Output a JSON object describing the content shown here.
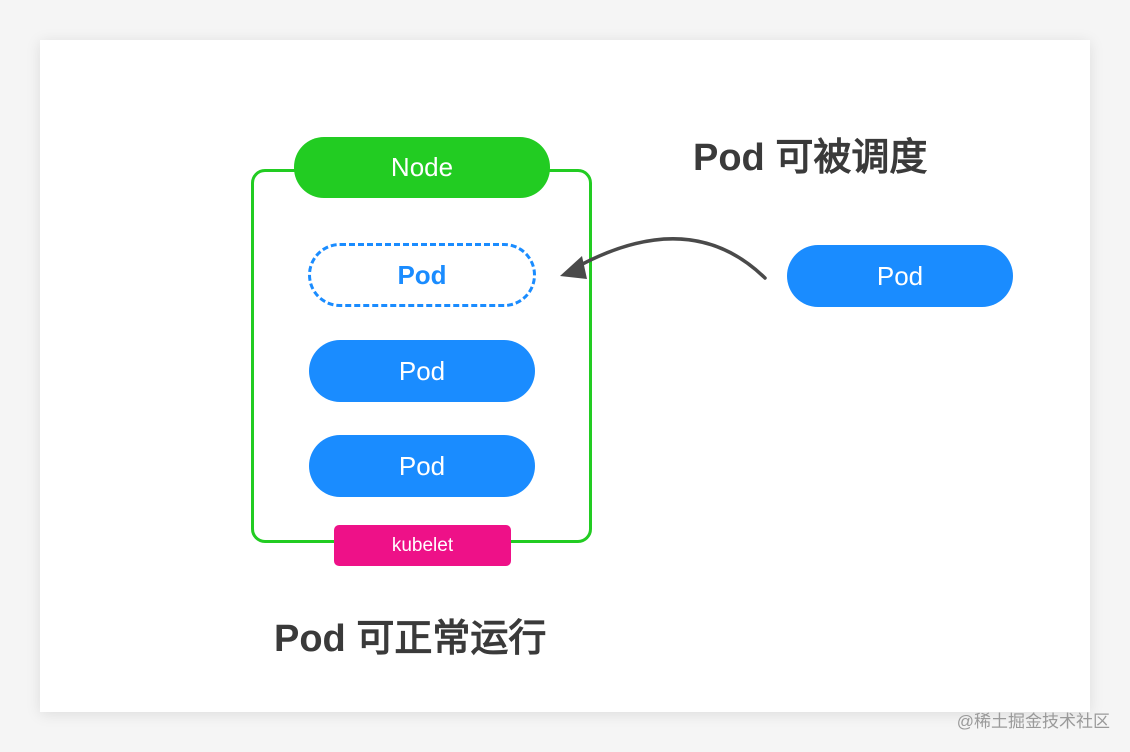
{
  "node": {
    "label": "Node"
  },
  "pods_in_node": [
    {
      "label": "Pod",
      "state": "pending"
    },
    {
      "label": "Pod",
      "state": "running"
    },
    {
      "label": "Pod",
      "state": "running"
    }
  ],
  "kubelet": {
    "label": "kubelet"
  },
  "incoming_pod": {
    "label": "Pod"
  },
  "captions": {
    "schedulable": "Pod 可被调度",
    "running": "Pod 可正常运行"
  },
  "watermark": "@稀土掘金技术社区",
  "colors": {
    "node_green": "#22cc22",
    "pod_blue": "#1a8cff",
    "kubelet_pink": "#ee1188",
    "caption_gray": "#3a3a3a",
    "arrow_gray": "#4a4a4a"
  }
}
